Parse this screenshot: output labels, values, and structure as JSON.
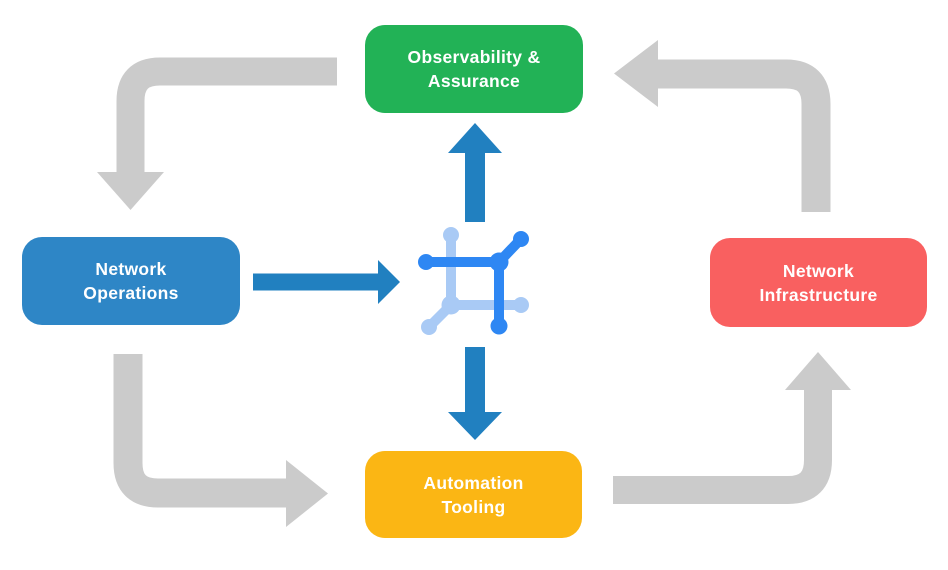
{
  "diagram": {
    "background": "#FFFFFF",
    "text_color": "#FFFFFF",
    "nodes": {
      "observability": {
        "label": "Observability & Assurance",
        "color": "#22B256"
      },
      "operations": {
        "label": "Network Operations",
        "color": "#2E86C6"
      },
      "infrastructure": {
        "label": "Network Infrastructure",
        "color": "#F96060"
      },
      "automation": {
        "label": "Automation Tooling",
        "color": "#FBB614"
      }
    },
    "arrows": {
      "cycle_color": "#CBCBCB",
      "io_color": "#2180C0"
    },
    "icon": {
      "name": "network-automation-icon",
      "dark": "#2E87F3",
      "light": "#A9CAF5"
    }
  }
}
